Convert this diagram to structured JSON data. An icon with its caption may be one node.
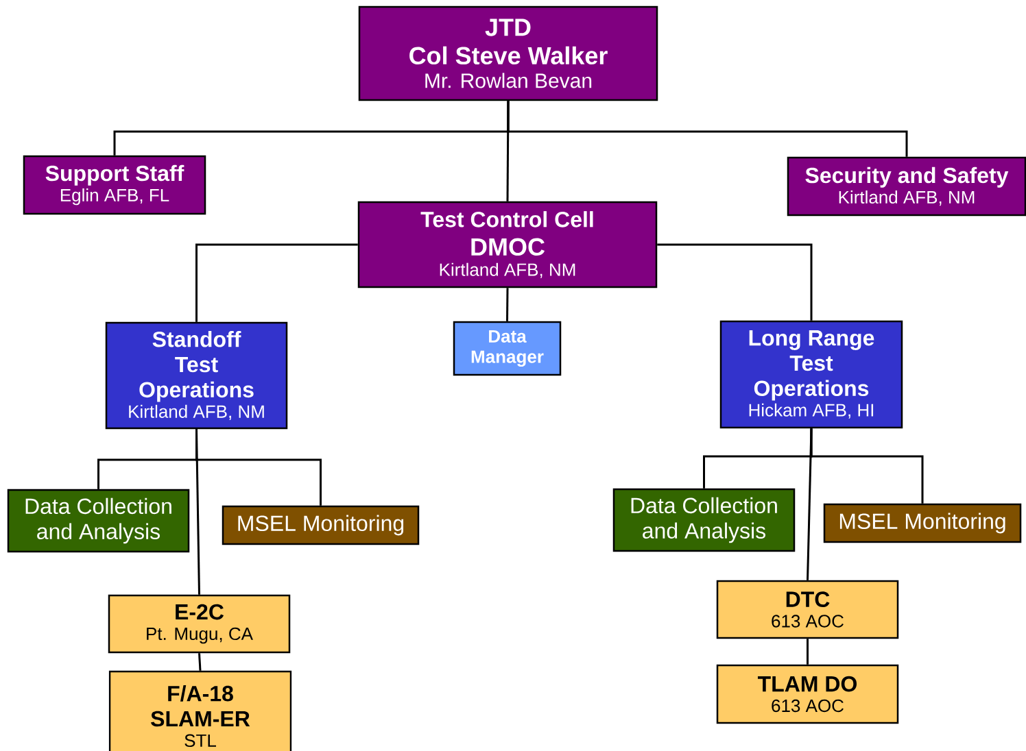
{
  "diagram": {
    "nodes": [
      {
        "text": [
          "JTD",
          "Col Steve Walker",
          "Mr. Rowlan Bevan"
        ]
      },
      {
        "text": [
          "Support Staff",
          "Eglin AFB, FL"
        ]
      },
      {
        "text": [
          "Security and Safety",
          "Kirtland AFB, NM"
        ]
      },
      {
        "text": [
          "Test Control Cell",
          "DMOC",
          "Kirtland AFB, NM"
        ]
      },
      {
        "text": [
          "Standoff Test Operations",
          "Kirtland AFB, NM"
        ]
      },
      {
        "text": [
          "Data Manager"
        ]
      },
      {
        "text": [
          "Long Range Test Operations",
          "Hickam AFB, HI"
        ]
      },
      {
        "text": [
          "Data Collection and Analysis"
        ]
      },
      {
        "text": [
          "MSEL Monitoring"
        ]
      },
      {
        "text": [
          "E-2C",
          "Pt. Mugu, CA"
        ]
      },
      {
        "text": [
          "F/A-18 SLAM-ER",
          "STL"
        ]
      },
      {
        "text": [
          "Data Collection and Analysis"
        ]
      },
      {
        "text": [
          "MSEL Monitoring"
        ]
      },
      {
        "text": [
          "DTC",
          "613 AOC"
        ]
      },
      {
        "text": [
          "TLAM DO",
          "613 AOC"
        ]
      }
    ],
    "edges": [
      {
        "from": 0,
        "to": 1,
        "arrow": "none"
      },
      {
        "from": 0,
        "to": 2,
        "arrow": "none"
      },
      {
        "from": 0,
        "to": 3,
        "arrow": "none"
      },
      {
        "from": 3,
        "to": 4,
        "arrow": "none"
      },
      {
        "from": 3,
        "to": 5,
        "arrow": "none"
      },
      {
        "from": 3,
        "to": 6,
        "arrow": "none"
      },
      {
        "from": 4,
        "to": 7,
        "arrow": "none"
      },
      {
        "from": 4,
        "to": 8,
        "arrow": "none"
      },
      {
        "from": 4,
        "to": 9,
        "arrow": "none"
      },
      {
        "from": 9,
        "to": 10,
        "arrow": "none"
      },
      {
        "from": 6,
        "to": 11,
        "arrow": "none"
      },
      {
        "from": 6,
        "to": 12,
        "arrow": "none"
      },
      {
        "from": 6,
        "to": 13,
        "arrow": "none"
      },
      {
        "from": 13,
        "to": 14,
        "arrow": "none"
      }
    ]
  }
}
